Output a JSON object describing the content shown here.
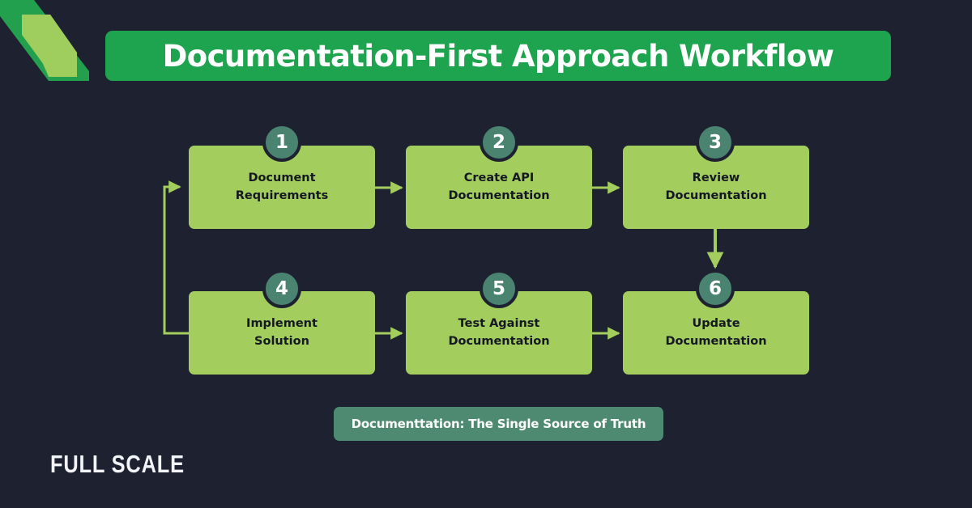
{
  "page": {
    "background_color": "#1d2130",
    "accent_green": "#1ea34f",
    "box_green": "#a3ce5e",
    "badge_teal": "#4a8471",
    "footer_teal": "#4e8a71",
    "deco_dark_green": "#22a04e",
    "deco_light_green": "#a0ce5e"
  },
  "header": {
    "title": "Documentation-First Approach Workflow"
  },
  "diagram": {
    "steps": [
      {
        "number": "1",
        "label": "Document\nRequirements"
      },
      {
        "number": "2",
        "label": "Create API\nDocumentation"
      },
      {
        "number": "3",
        "label": "Review\nDocumentation"
      },
      {
        "number": "4",
        "label": "Implement\nSolution"
      },
      {
        "number": "5",
        "label": "Test Against\nDocumentation"
      },
      {
        "number": "6",
        "label": "Update\nDocumentation"
      }
    ],
    "connectors": [
      {
        "name": "arrow-step1-to-step2",
        "type": "horizontal-arrow"
      },
      {
        "name": "arrow-step2-to-step3",
        "type": "horizontal-arrow"
      },
      {
        "name": "arrow-step3-to-step6",
        "type": "vertical-arrow"
      },
      {
        "name": "arrow-step4-to-step5",
        "type": "horizontal-arrow"
      },
      {
        "name": "arrow-step5-to-step6",
        "type": "horizontal-arrow"
      },
      {
        "name": "feedback-loop-step4-to-step1",
        "type": "loop-arrow"
      }
    ]
  },
  "footer": {
    "caption": "Documenttation: The Single Source of Truth",
    "brand": "FULL SCALE"
  }
}
